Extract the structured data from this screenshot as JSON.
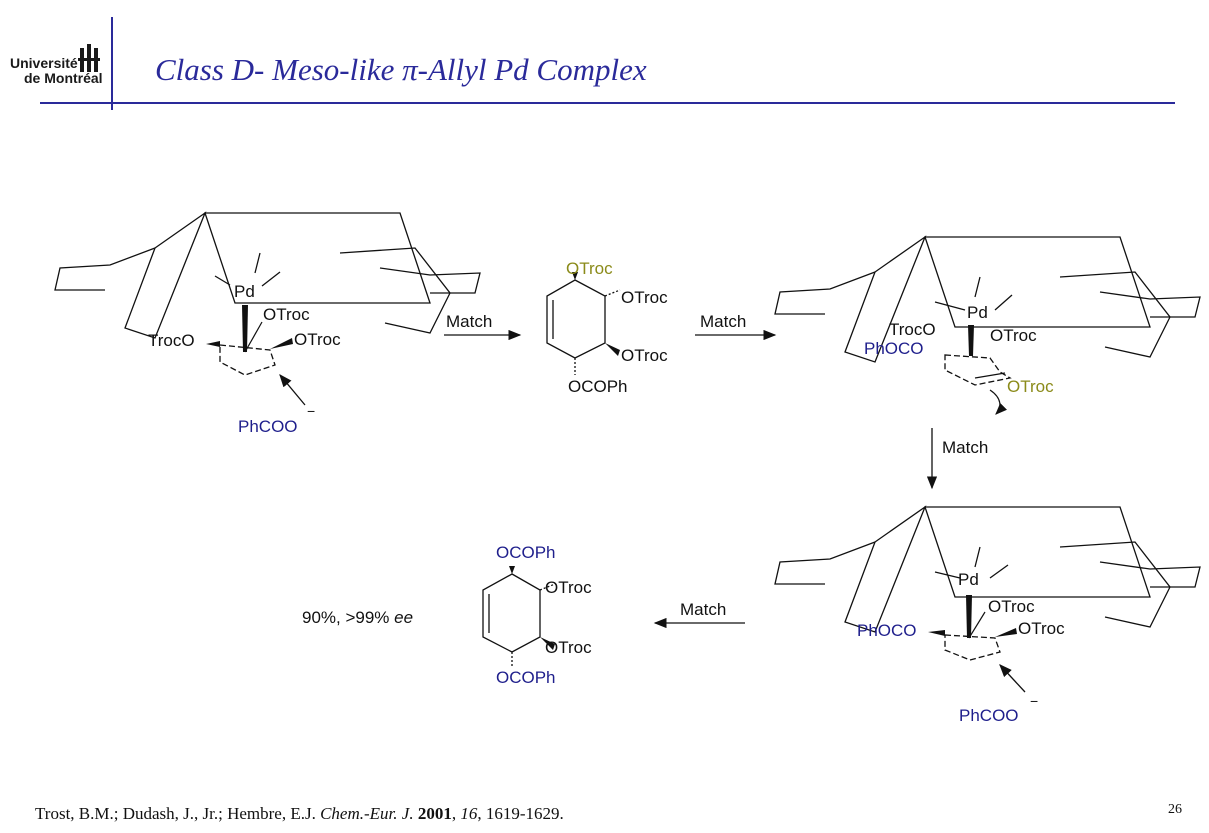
{
  "header": {
    "logo_line1": "Université",
    "logo_line2": "de Montréal",
    "title_part1": "Class D- Meso-like ",
    "title_pi": "π",
    "title_part2": "-Allyl Pd Complex"
  },
  "scheme": {
    "arrow1_label": "Match",
    "arrow2_label": "Match",
    "arrow3_label": "Match",
    "arrow4_label": "Match",
    "complex1": {
      "metal": "Pd",
      "left_sub": "TrocO",
      "top_sub": "OTroc",
      "right_sub": "OTroc",
      "nucleophile": "PhCOO",
      "charge": "−"
    },
    "intermediate": {
      "top": "OTroc",
      "upper_right": "OTroc",
      "lower_right": "OTroc",
      "bottom": "OCOPh"
    },
    "complex2": {
      "metal": "Pd",
      "sub_troco": "TrocO",
      "sub_phoco": "PhOCO",
      "sub_otroc": "OTroc",
      "sub_leaving": "OTroc"
    },
    "complex3": {
      "metal": "Pd",
      "left_sub": "PhOCO",
      "top_sub": "OTroc",
      "right_sub": "OTroc",
      "nucleophile": "PhCOO",
      "charge": "−"
    },
    "product": {
      "top": "OCOPh",
      "upper_right": "OTroc",
      "lower_right": "OTroc",
      "bottom": "OCOPh",
      "yield_text": "90%, >99% ",
      "ee_text": "ee"
    }
  },
  "footer": {
    "cite_authors": "Trost, B.M.; Dudash, J., Jr.; Hembre, E.J. ",
    "cite_journal": "Chem.-Eur. J.",
    "cite_year": "2001",
    "cite_volume": "16",
    "cite_pages": ", 1619-1629.",
    "page_number": "26"
  },
  "colors": {
    "title": "#2a2a9a",
    "rule": "#2a2a9a",
    "label_blue": "#1f1f8c",
    "label_olive": "#8b8b1a"
  }
}
